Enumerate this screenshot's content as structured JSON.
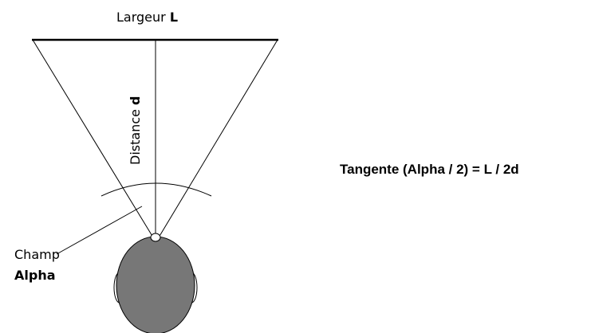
{
  "labels": {
    "width_text": "Largeur ",
    "width_symbol": "L",
    "distance_text": "Distance ",
    "distance_symbol": "d",
    "field_line1": "Champ",
    "field_line2": "Alpha",
    "formula": "Tangente (Alpha / 2) = L / 2d"
  },
  "colors": {
    "head_fill": "#777777",
    "stroke": "#000000",
    "background": "#ffffff"
  }
}
